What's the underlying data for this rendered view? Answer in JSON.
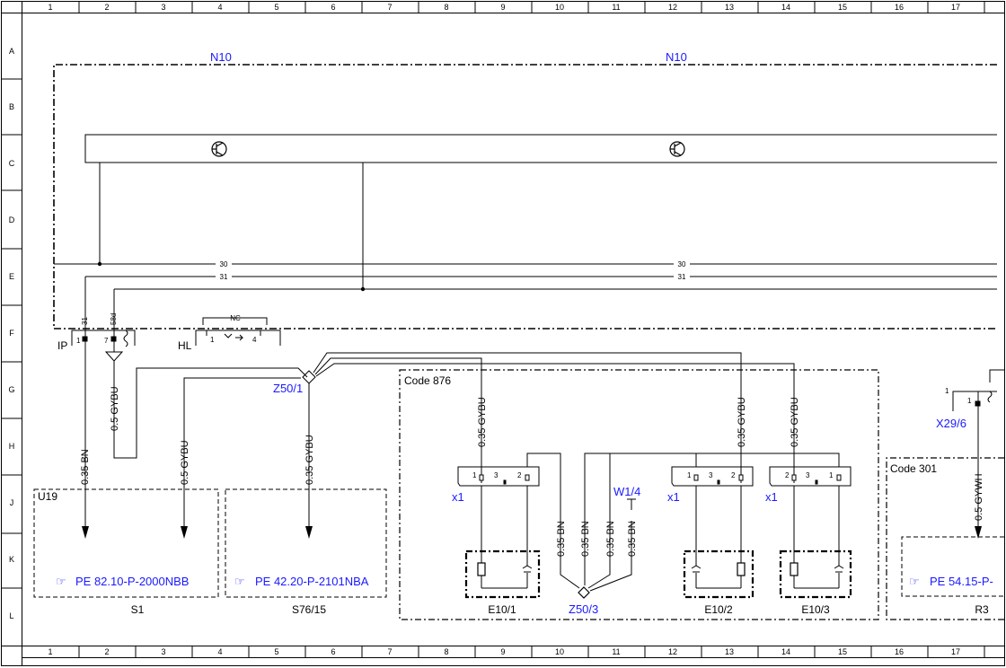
{
  "ruler": {
    "columns": [
      "1",
      "2",
      "3",
      "4",
      "5",
      "6",
      "7",
      "8",
      "9",
      "10",
      "11",
      "12",
      "13",
      "14",
      "15",
      "16",
      "17"
    ],
    "rows": [
      "A",
      "B",
      "C",
      "D",
      "E",
      "F",
      "G",
      "H",
      "J",
      "K",
      "L"
    ]
  },
  "components": {
    "n10_left": "N10",
    "n10_right": "N10",
    "ip": "IP",
    "hl": "HL",
    "z50_1": "Z50/1",
    "z50_3": "Z50/3",
    "x29_6": "X29/6",
    "w1_4": "W1/4",
    "e10_1": "E10/1",
    "e10_2": "E10/2",
    "e10_3": "E10/3",
    "u19": "U19",
    "s1": "S1",
    "s76_15": "S76/15",
    "r3": "R3"
  },
  "codes": {
    "c876": "Code 876",
    "c301": "Code 301"
  },
  "buses": {
    "b30": "30",
    "b31": "31"
  },
  "pins": {
    "ip_31": "31",
    "ip_58d": "58d",
    "ip_1": "1",
    "ip_7": "7",
    "hl_nc": "NC",
    "hl_1": "1",
    "hl_4": "4",
    "x29_1a": "1",
    "x29_1b": "1",
    "e1_1": "1",
    "e1_3": "3",
    "e1_2": "2",
    "e2_1": "1",
    "e2_3": "3",
    "e2_2": "2",
    "e3_2": "2",
    "e3_3": "3",
    "e3_1": "1"
  },
  "connectors": {
    "x1_a": "x1",
    "x1_b": "x1",
    "x1_c": "x1"
  },
  "wires": {
    "w_035bn_a": "0.35 BN",
    "w_05gybu_a": "0.5 GYBU",
    "w_05gybu_b": "0.5 GYBU",
    "w_035gybu_z50": "0.35 GYBU",
    "w_035gybu_e1": "0.35 GYBU",
    "w_035gybu_e2": "0.35 GYBU",
    "w_035gybu_e3": "0.35 GYBU",
    "w_035gywh": "0.5 GYWH",
    "w_bn_1": "0.35 BN",
    "w_bn_2": "0.35 BN",
    "w_bn_3": "0.35 BN",
    "w_bn_4": "0.35 BN"
  },
  "refs": {
    "pe_u19": "PE 82.10-P-2000NBB",
    "pe_s76": "PE 42.20-P-2101NBA",
    "pe_r3": "PE 54.15-P-"
  },
  "colors": {
    "link": "#1a1aff",
    "line": "#000000"
  }
}
